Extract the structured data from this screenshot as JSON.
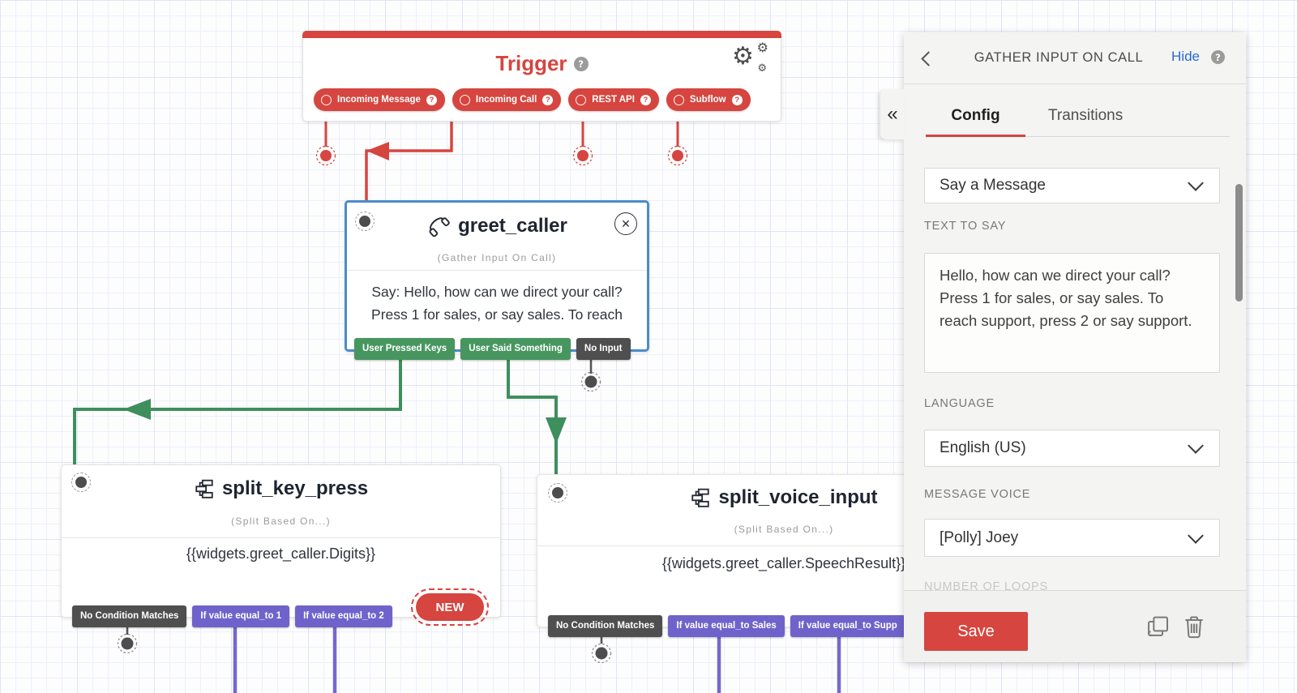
{
  "colors": {
    "accent_red": "#d6453f",
    "transition_green": "#48965f",
    "transition_purple": "#6f63cb",
    "transition_dark": "#4f4f4f",
    "selection_blue": "#4b8cc9",
    "link_blue": "#2769d2"
  },
  "canvas": {
    "trigger": {
      "title": "Trigger",
      "pills": [
        "Incoming Message",
        "Incoming Call",
        "REST API",
        "Subflow"
      ]
    },
    "greet_caller": {
      "title": "greet_caller",
      "type_label": "(Gather Input On Call)",
      "body_line1": "Say: Hello, how can we direct your call?",
      "body_line2": "Press 1 for sales, or say sales. To reach",
      "transitions": [
        "User Pressed Keys",
        "User Said Something",
        "No Input"
      ]
    },
    "split_key_press": {
      "title": "split_key_press",
      "type_label": "(Split Based On...)",
      "body": "{{widgets.greet_caller.Digits}}",
      "transitions": [
        "No Condition Matches",
        "If value equal_to 1",
        "If value equal_to 2"
      ],
      "new_label": "NEW"
    },
    "split_voice_input": {
      "title": "split_voice_input",
      "type_label": "(Split Based On...)",
      "body": "{{widgets.greet_caller.SpeechResult}}",
      "transitions": [
        "No Condition Matches",
        "If value equal_to Sales",
        "If value equal_to Supp"
      ]
    }
  },
  "panel": {
    "title": "GATHER INPUT ON CALL",
    "hide_label": "Hide",
    "tabs": {
      "config": "Config",
      "transitions": "Transitions"
    },
    "widget_type_value": "Say a Message",
    "text_to_say_label": "TEXT TO SAY",
    "text_to_say_value": "Hello, how can we direct your call? Press 1 for sales, or say sales. To reach support, press 2 or say support.",
    "language_label": "LANGUAGE",
    "language_value": "English (US)",
    "voice_label": "MESSAGE VOICE",
    "voice_value": "[Polly] Joey",
    "clipped_label": "NUMBER OF LOOPS",
    "save_label": "Save"
  }
}
